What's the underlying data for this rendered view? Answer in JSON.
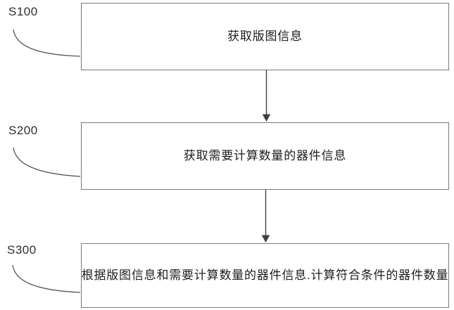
{
  "diagram": {
    "type": "flowchart",
    "steps": [
      {
        "label": "S100",
        "text": "获取版图信息"
      },
      {
        "label": "S200",
        "text": "获取需要计算数量的器件信息"
      },
      {
        "label": "S300",
        "text": "根据版图信息和需要计算数量的器件信息.计算符合条件的器件数量"
      }
    ],
    "connectors": [
      {
        "from": "S100",
        "to": "S200",
        "type": "arrow-down"
      },
      {
        "from": "S200",
        "to": "S300",
        "type": "arrow-down"
      }
    ],
    "colors": {
      "background": "#ffffff",
      "box_border": "#787878",
      "line": "#3f3f3f",
      "text": "#1c1c1c"
    }
  }
}
